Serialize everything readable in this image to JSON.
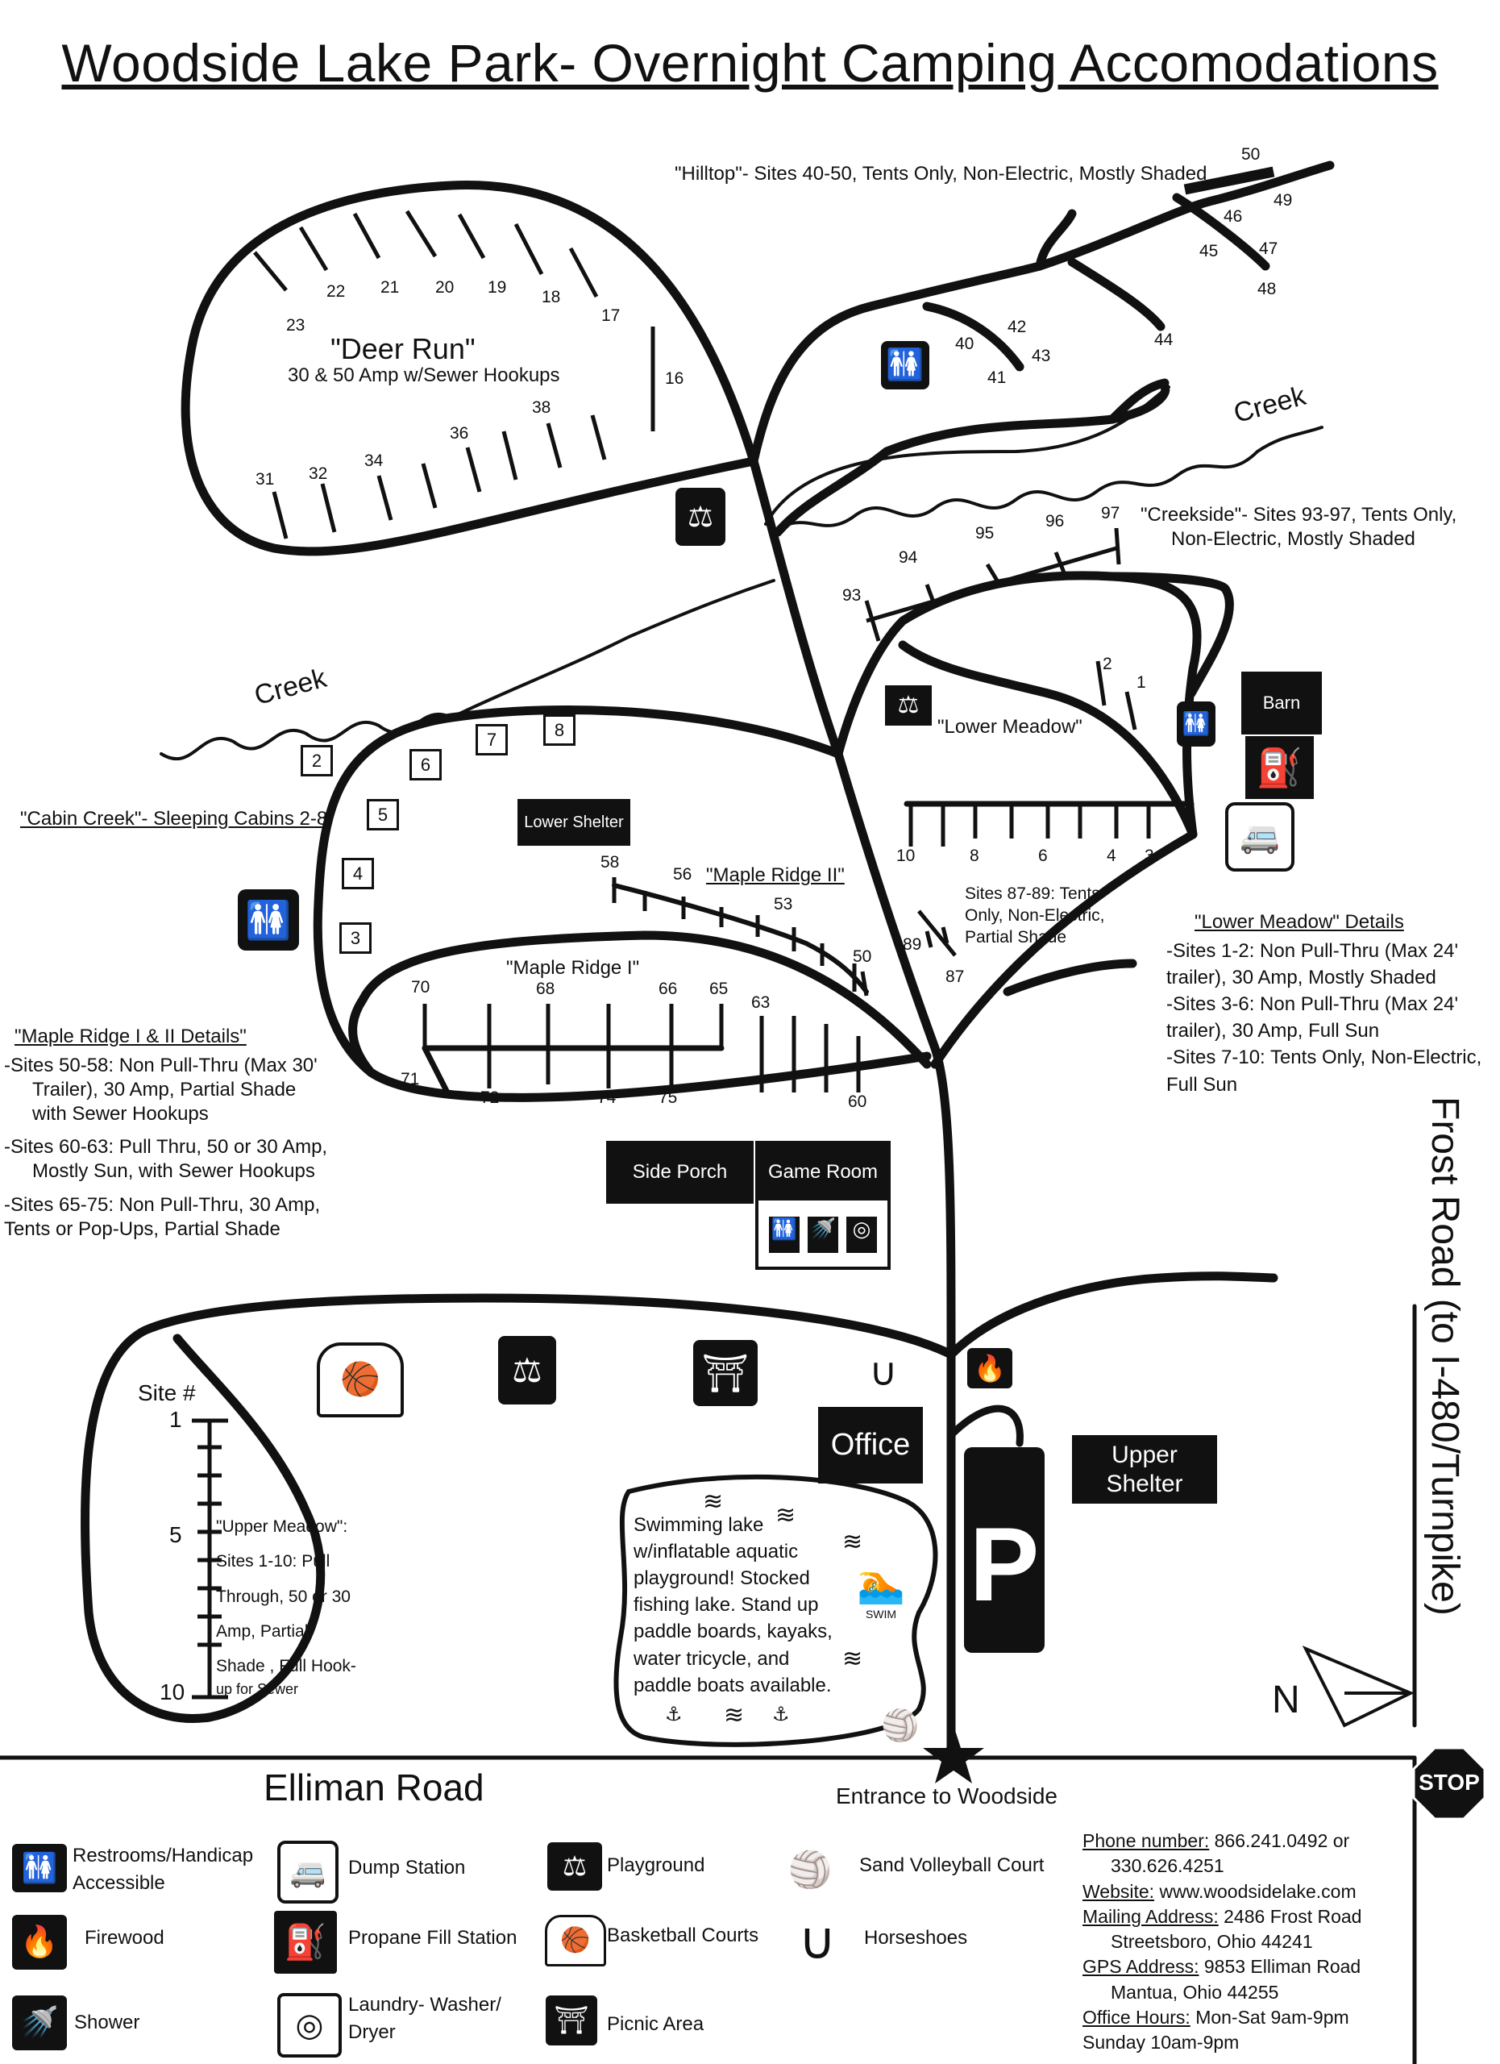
{
  "title": "Woodside Lake Park- Overnight Camping Accomodations",
  "areas": {
    "hilltop": "\"Hilltop\"- Sites 40-50, Tents Only, Non-Electric, Mostly Shaded",
    "deer_run_name": "\"Deer Run\"",
    "deer_run_desc": "30 & 50 Amp w/Sewer Hookups",
    "creekside_1": "\"Creekside\"- Sites 93-97, Tents Only,",
    "creekside_2": "Non-Electric, Mostly Shaded",
    "creek": "Creek",
    "cabin_creek": "\"Cabin Creek\"- Sleeping Cabins 2-8",
    "lower_meadow": "\"Lower Meadow\"",
    "maple_ridge_1": "\"Maple Ridge I\"",
    "maple_ridge_2": "\"Maple Ridge II\"",
    "sites_87_89": [
      "Sites 87-89: Tents",
      "Only, Non-Electric,",
      "Partial Shade"
    ],
    "upper_meadow": [
      "\"Upper Meadow\":",
      "Sites 1-10: Pull",
      "Through, 50 or 30",
      "Amp, Partial",
      "Shade , Full Hook-",
      "up for Sewer"
    ],
    "site_hash": "Site #",
    "swim": [
      "Swimming lake",
      "w/inflatable aquatic",
      "playground! Stocked",
      "fishing lake. Stand up",
      "paddle boards, kayaks,",
      "water tricycle, and",
      "paddle boats available."
    ],
    "swim_icon": "SWIM"
  },
  "buildings": {
    "lower_shelter": "Lower Shelter",
    "barn": "Barn",
    "side_porch": "Side Porch",
    "game_room": "Game Room",
    "office": "Office",
    "upper_shelter": "Upper Shelter",
    "parking": "P"
  },
  "site_numbers": {
    "deer_run": [
      "23",
      "22",
      "21",
      "20",
      "19",
      "18",
      "17",
      "16",
      "31",
      "32",
      "34",
      "36",
      "38"
    ],
    "hilltop": [
      "50",
      "49",
      "46",
      "47",
      "45",
      "48",
      "42",
      "40",
      "43",
      "41",
      "44"
    ],
    "creekside": [
      "93",
      "94",
      "95",
      "96",
      "97"
    ],
    "lower_meadow": [
      "2",
      "1",
      "10",
      "8",
      "6",
      "4",
      "3"
    ],
    "cabins": [
      "2",
      "3",
      "4",
      "5",
      "6",
      "7",
      "8"
    ],
    "maple": [
      "58",
      "56",
      "53",
      "50",
      "70",
      "68",
      "66",
      "65",
      "63",
      "71",
      "72",
      "74",
      "75",
      "60",
      "89",
      "87"
    ],
    "upper_meadow": [
      "1",
      "5",
      "10"
    ]
  },
  "details": {
    "maple_title": "\"Maple Ridge I & II Details\"",
    "maple_lines": [
      "-Sites 50-58: Non Pull-Thru (Max 30'",
      "Trailer), 30 Amp, Partial Shade",
      "with Sewer Hookups",
      "-Sites 60-63: Pull Thru, 50 or 30 Amp,",
      "Mostly Sun, with Sewer Hookups",
      "-Sites 65-75: Non Pull-Thru, 30 Amp,",
      "Tents or Pop-Ups, Partial Shade"
    ],
    "lower_title": "\"Lower Meadow\" Details",
    "lower_lines": [
      "-Sites 1-2: Non Pull-Thru (Max 24'",
      "trailer), 30 Amp, Mostly Shaded",
      "-Sites 3-6: Non Pull-Thru (Max 24'",
      "trailer), 30 Amp, Full Sun",
      "-Sites 7-10: Tents Only, Non-Electric,",
      "Full Sun"
    ]
  },
  "roads": {
    "frost": "Frost Road (to I-480/Turnpike)",
    "elliman": "Elliman Road",
    "entrance": "Entrance to Woodside",
    "stop": "STOP",
    "north": "N"
  },
  "legend": [
    {
      "icon": "restroom-icon",
      "label": "Restrooms/Handicap Accessible"
    },
    {
      "icon": "dump-station-icon",
      "label": "Dump Station"
    },
    {
      "icon": "playground-icon",
      "label": "Playground"
    },
    {
      "icon": "volleyball-icon",
      "label": "Sand Volleyball Court"
    },
    {
      "icon": "firewood-icon",
      "label": "Firewood"
    },
    {
      "icon": "propane-icon",
      "label": "Propane Fill Station"
    },
    {
      "icon": "basketball-icon",
      "label": "Basketball Courts"
    },
    {
      "icon": "horseshoe-icon",
      "label": "Horseshoes"
    },
    {
      "icon": "shower-icon",
      "label": "Shower"
    },
    {
      "icon": "laundry-icon",
      "label": "Laundry- Washer/ Dryer"
    },
    {
      "icon": "picnic-icon",
      "label": "Picnic Area"
    }
  ],
  "contact": {
    "phone_label": "Phone number:",
    "phone": "866.241.0492 or",
    "phone2": "330.626.4251",
    "web_label": "Website:",
    "web": "www.woodsidelake.com",
    "mail_label": "Mailing Address:",
    "mail": "2486 Frost Road",
    "mail2": "Streetsboro, Ohio 44241",
    "gps_label": "GPS Address:",
    "gps": "9853 Elliman Road",
    "gps2": "Mantua, Ohio 44255",
    "hours_label": "Office Hours:",
    "hours": "Mon-Sat 9am-9pm",
    "hours2": "Sunday 10am-9pm"
  }
}
